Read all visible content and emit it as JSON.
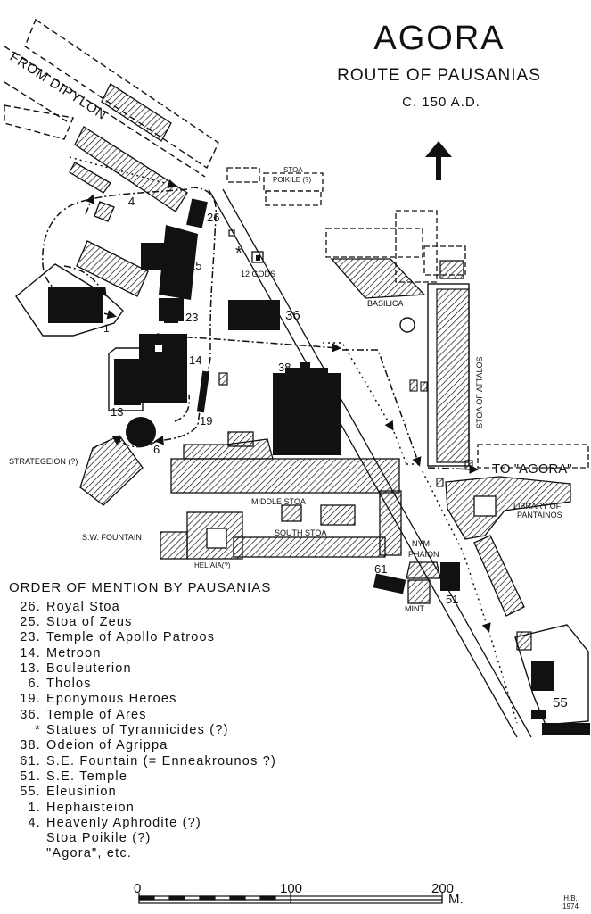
{
  "title": "AGORA",
  "subtitle": "ROUTE OF PAUSANIAS",
  "date": "C. 150 A.D.",
  "map_labels": {
    "dipylon": "FROM DIPYLON",
    "stoa_poikile": "STOA",
    "stoa_poikile_2": "POIKILE (?)",
    "twelve_gods": "12 GODS",
    "basilica": "BASILICA",
    "stoa_attalos": "STOA OF ATTALOS",
    "strategeion": "STRATEGEION (?)",
    "to_agora": "TO \"AGORA\"",
    "library": "LIBRARY OF",
    "library_2": "PANTAINOS",
    "middle_stoa": "MIDDLE STOA",
    "south_stoa": "SOUTH STOA",
    "sw_fountain": "S.W. FOUNTAIN",
    "heliaia": "HELIAIA(?)",
    "nymphaion": "NYM-",
    "nymphaion_2": "PHAION",
    "mint": "MINT"
  },
  "map_numbers": {
    "n26": "26",
    "n25": "25",
    "n23": "23",
    "n1": "1",
    "n4": "4",
    "n14": "14",
    "n13": "13",
    "n6": "6",
    "n19": "19",
    "n36": "36",
    "n38": "38",
    "n61": "61",
    "n51": "51",
    "n55": "55",
    "star": "*"
  },
  "legend": {
    "heading": "ORDER OF MENTION BY PAUSANIAS",
    "items": [
      {
        "num": "26.",
        "label": "Royal Stoa"
      },
      {
        "num": "25.",
        "label": "Stoa of Zeus"
      },
      {
        "num": "23.",
        "label": "Temple of Apollo Patroos"
      },
      {
        "num": "14.",
        "label": "Metroon"
      },
      {
        "num": "13.",
        "label": "Bouleuterion"
      },
      {
        "num": "6.",
        "label": "Tholos"
      },
      {
        "num": "19.",
        "label": "Eponymous Heroes"
      },
      {
        "num": "36.",
        "label": "Temple of Ares"
      },
      {
        "num": "*",
        "label": "Statues of Tyrannicides (?)"
      },
      {
        "num": "38.",
        "label": "Odeion of Agrippa"
      },
      {
        "num": "61.",
        "label": "S.E. Fountain (= Enneakrounos ?)"
      },
      {
        "num": "51.",
        "label": "S.E. Temple"
      },
      {
        "num": "55.",
        "label": "Eleusinion"
      },
      {
        "num": "1.",
        "label": "Hephaisteion"
      },
      {
        "num": "4.",
        "label": "Heavenly Aphrodite (?)"
      },
      {
        "num": "",
        "label": "Stoa Poikile (?)"
      },
      {
        "num": "",
        "label": "\"Agora\", etc."
      }
    ]
  },
  "scale": {
    "tick0": "0",
    "tick100": "100",
    "tick200": "200",
    "unit": "M."
  },
  "credit": {
    "initials": "H.B.",
    "year": "1974"
  }
}
